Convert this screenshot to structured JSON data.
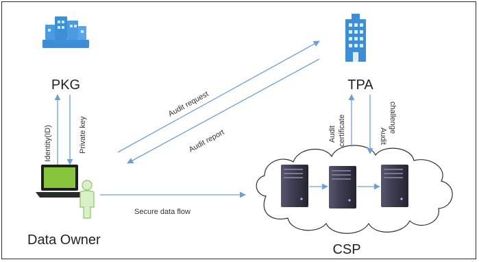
{
  "nodes": {
    "pkg": "PKG",
    "tpa": "TPA",
    "data_owner": "Data Owner",
    "csp": "CSP"
  },
  "edges": {
    "identity": "Identity(ID)",
    "private_key": "Private key",
    "audit_request": "Audit request",
    "audit_report": "Audit report",
    "audit_certificate_1": "Audit",
    "audit_certificate_2": "certificate",
    "audit_challenge_1": "Audit",
    "audit_challenge_2": "challenge",
    "secure_data_flow": "Secure data flow"
  },
  "colors": {
    "arrow": "#6fa0d4",
    "icon_blue": "#3c8fd6",
    "server_dark": "#3a3a4e",
    "laptop_screen": "#86c43c",
    "person": "#bfe0a6"
  }
}
